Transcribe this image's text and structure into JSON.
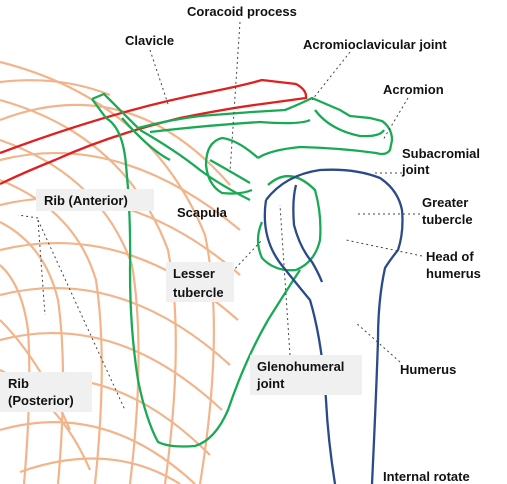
{
  "labels": {
    "coracoid_process": "Coracoid process",
    "clavicle": "Clavicle",
    "acromioclavicular_joint": "Acromioclavicular joint",
    "acromion": "Acromion",
    "subacromial_joint_line1": "Subacromial",
    "subacromial_joint_line2": "joint",
    "scapula": "Scapula",
    "rib_anterior": "Rib (Anterior)",
    "greater_tubercle_line1": "Greater",
    "greater_tubercle_line2": "tubercle",
    "head_of_humerus_line1": "Head of",
    "head_of_humerus_line2": "humerus",
    "lesser_tubercle_line1": "Lesser",
    "lesser_tubercle_line2": "tubercle",
    "glenohumeral_joint_line1": "Glenohumeral",
    "glenohumeral_joint_line2": "joint",
    "humerus": "Humerus",
    "rib_posterior_line1": "Rib",
    "rib_posterior_line2": "(Posterior)",
    "internal_rotate": "Internal rotate"
  },
  "colors": {
    "rib": "#f2b48a",
    "clavicle": "#e02020",
    "scapula": "#1aaa55",
    "humerus": "#2b4a8a",
    "leader": "#444444",
    "label_box": "#f0f0f0"
  }
}
